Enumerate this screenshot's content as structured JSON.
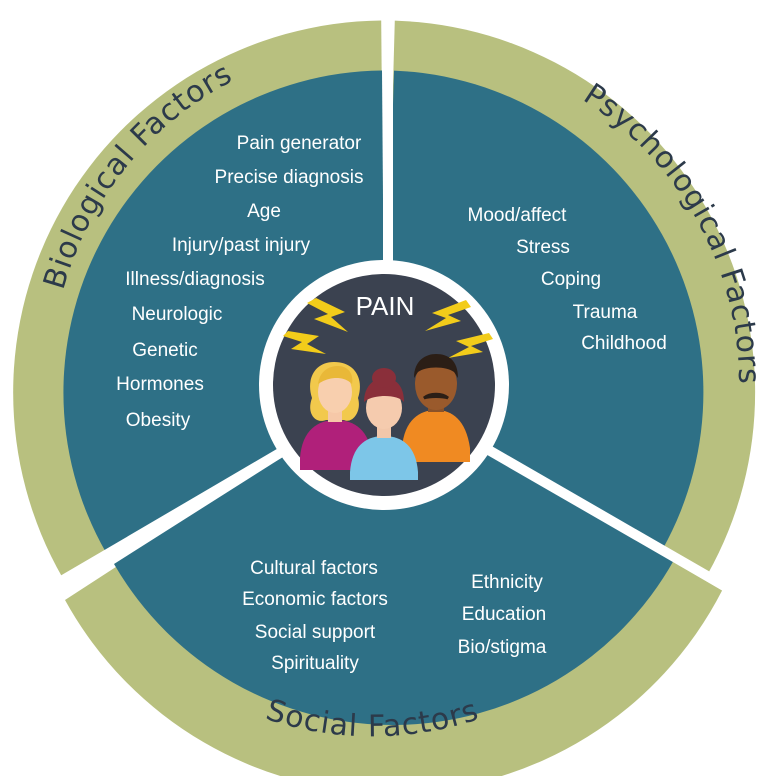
{
  "center": {
    "title": "PAIN"
  },
  "sections": {
    "biological": {
      "title": "Biological Factors",
      "items": [
        "Pain generator",
        "Precise diagnosis",
        "Age",
        "Injury/past injury",
        "Illness/diagnosis",
        "Neurologic",
        "Genetic",
        "Hormones",
        "Obesity"
      ]
    },
    "psychological": {
      "title": "Psychological Factors",
      "items": [
        "Mood/affect",
        "Stress",
        "Coping",
        "Trauma",
        "Childhood"
      ]
    },
    "social": {
      "title": "Social Factors",
      "items_left": [
        "Cultural factors",
        "Economic factors",
        "Social support",
        "Spirituality"
      ],
      "items_right": [
        "Ethnicity",
        "Education",
        "Bio/stigma"
      ]
    }
  },
  "colors": {
    "outer_ring": "#b8c07f",
    "inner_fill": "#2e7086",
    "center_fill": "#3b4250",
    "center_ring": "#ffffff",
    "title_text": "#2c3a4a",
    "lightning": "#f2cc1a"
  }
}
